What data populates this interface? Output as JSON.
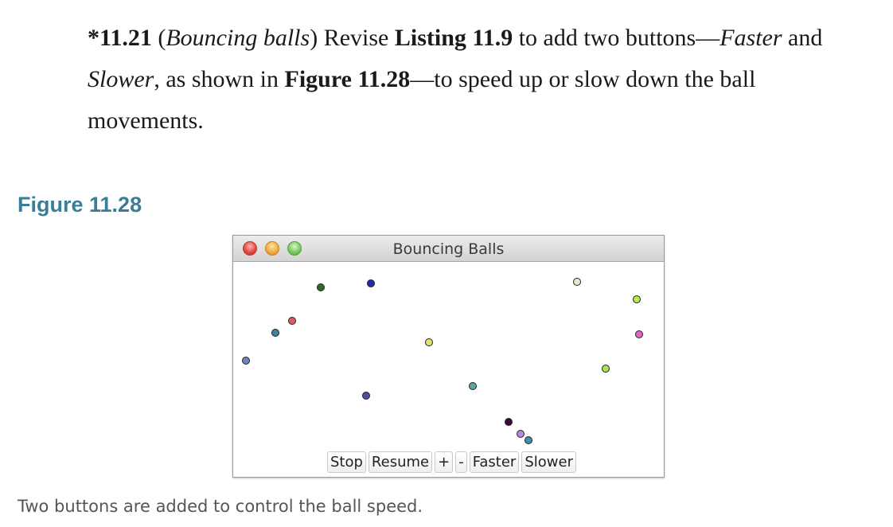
{
  "exercise": {
    "number": "*11.21",
    "paren_open": " (",
    "title": "Bouncing balls",
    "paren_close": ") ",
    "text_revise": "Revise ",
    "listing": "Listing 11.9",
    "text_add": " to add two buttons—",
    "faster": "Faster",
    "text_and": " and",
    "slower": "Slower",
    "text_as_shown": ", as shown in ",
    "figure_ref": "Figure 11.28",
    "text_rest": "—to speed up or slow down the ball",
    "text_last": "movements."
  },
  "figure_label": "Figure 11.28",
  "window": {
    "title": "Bouncing Balls"
  },
  "buttons": [
    "Stop",
    "Resume",
    "+",
    "-",
    "Faster",
    "Slower"
  ],
  "balls": [
    {
      "color": "#6f86bd"
    },
    {
      "color": "#3a84a8"
    },
    {
      "color": "#d95a6a"
    },
    {
      "color": "#2e6b2e"
    },
    {
      "color": "#1e2ea8"
    },
    {
      "color": "#e0e26a"
    },
    {
      "color": "#4d4ea3"
    },
    {
      "color": "#5aa6a0"
    },
    {
      "color": "#3a0a3a"
    },
    {
      "color": "#b58ad8"
    },
    {
      "color": "#3f8fb0"
    },
    {
      "color": "#e6e9c9"
    },
    {
      "color": "#b8ec4a"
    },
    {
      "color": "#e267c9"
    },
    {
      "color": "#a8e05a"
    }
  ],
  "caption": "Two buttons are added to control the ball speed."
}
